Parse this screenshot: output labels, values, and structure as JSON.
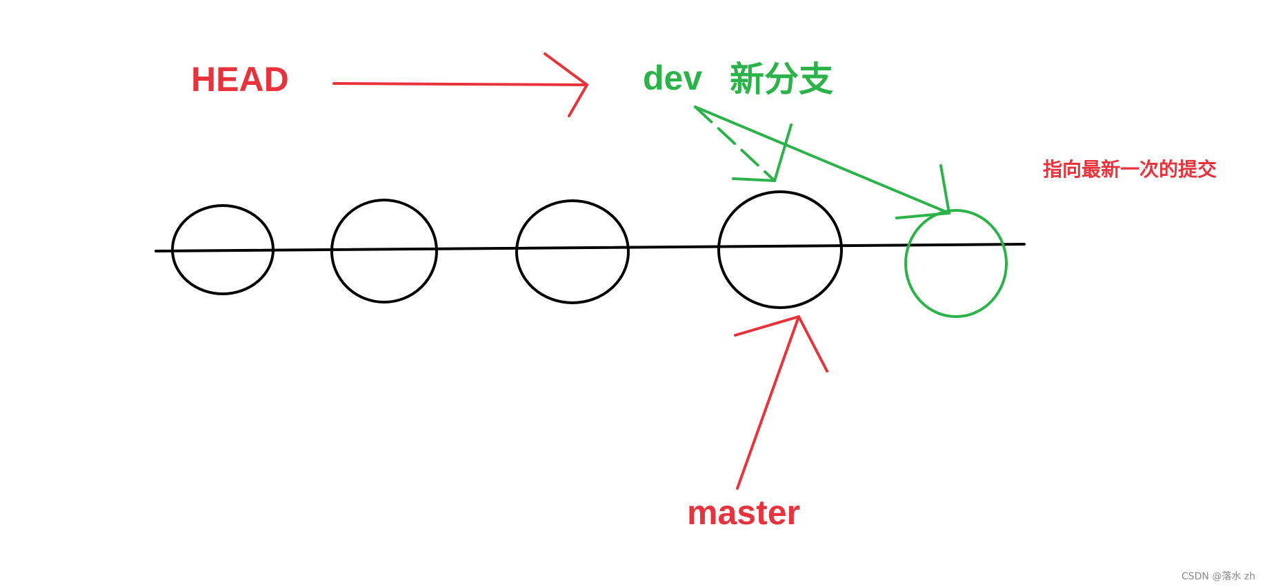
{
  "colors": {
    "red": "#e8333d",
    "green": "#2bb34a",
    "black": "#000000"
  },
  "labels": {
    "head": "HEAD",
    "dev": "dev",
    "new_branch": "新分支",
    "master": "master",
    "latest_commit_note": "指向最新一次的提交"
  },
  "watermark": "CSDN @落水 zh",
  "commits": [
    {
      "color": "black"
    },
    {
      "color": "black"
    },
    {
      "color": "black"
    },
    {
      "color": "black"
    },
    {
      "color": "green"
    }
  ]
}
